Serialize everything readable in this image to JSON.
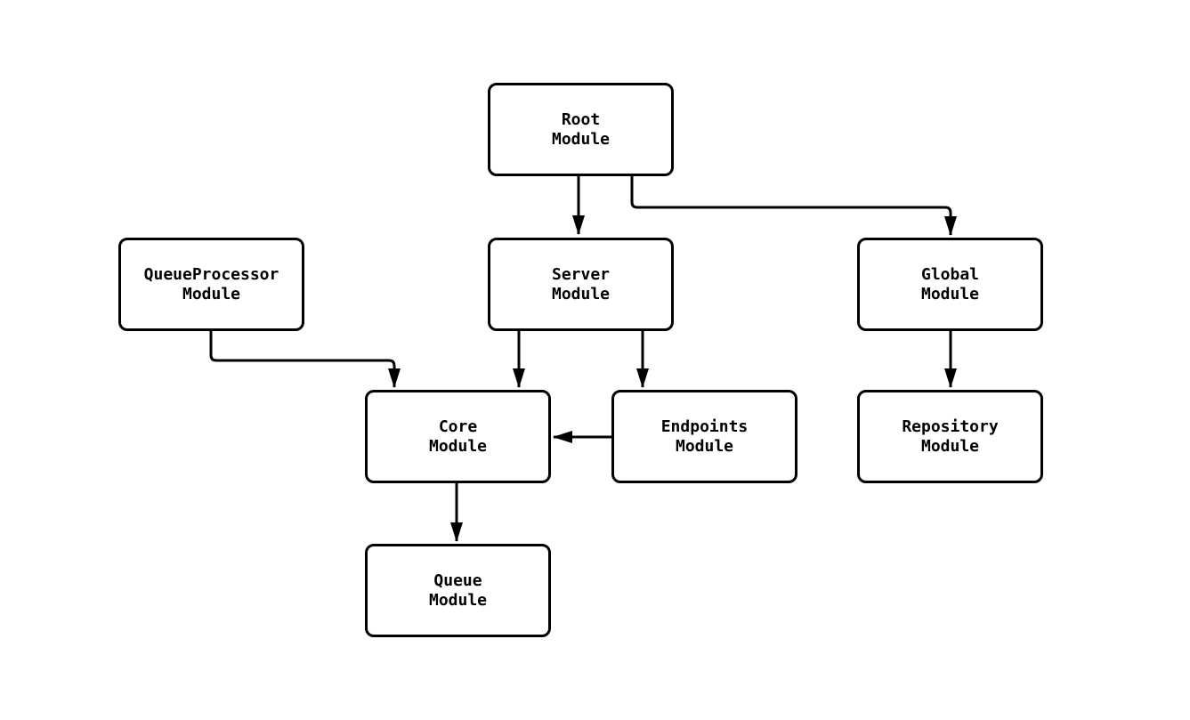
{
  "diagram": {
    "type": "flowchart",
    "direction": "top-down",
    "colors": {
      "stroke": "#000000",
      "node_fill": "#ffffff",
      "text": "#000000",
      "background": "#ffffff"
    },
    "nodes": [
      {
        "id": "root",
        "lines": [
          "Root",
          "Module"
        ]
      },
      {
        "id": "queueprocessor",
        "lines": [
          "QueueProcessor",
          "Module"
        ]
      },
      {
        "id": "server",
        "lines": [
          "Server",
          "Module"
        ]
      },
      {
        "id": "global",
        "lines": [
          "Global",
          "Module"
        ]
      },
      {
        "id": "core",
        "lines": [
          "Core",
          "Module"
        ]
      },
      {
        "id": "endpoints",
        "lines": [
          "Endpoints",
          "Module"
        ]
      },
      {
        "id": "repository",
        "lines": [
          "Repository",
          "Module"
        ]
      },
      {
        "id": "queue",
        "lines": [
          "Queue",
          "Module"
        ]
      }
    ],
    "edges": [
      {
        "from": "Root Module",
        "to": "Server Module"
      },
      {
        "from": "Root Module",
        "to": "Global Module"
      },
      {
        "from": "QueueProcessor Module",
        "to": "Core Module"
      },
      {
        "from": "Server Module",
        "to": "Core Module"
      },
      {
        "from": "Server Module",
        "to": "Endpoints Module"
      },
      {
        "from": "Endpoints Module",
        "to": "Core Module"
      },
      {
        "from": "Global Module",
        "to": "Repository Module"
      },
      {
        "from": "Core Module",
        "to": "Queue Module"
      }
    ]
  }
}
